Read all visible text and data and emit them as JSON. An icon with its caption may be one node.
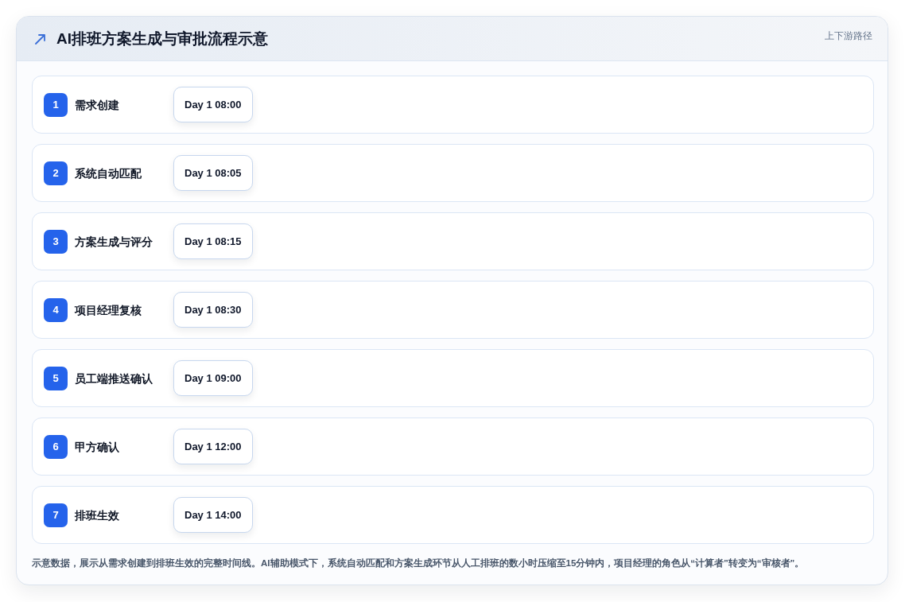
{
  "diagram": {
    "title": "AI排班方案生成与审批流程示意",
    "caption": "示意数据，展示从需求创建到排班生效的完整时间线。AI辅助模式下，系统自动匹配和方案生成环节从人工排班的数小时压缩至15分钟内，项目经理的角色从“计算者”转变为“审核者”。",
    "nodes": [
      {
        "text": [
          "需求创建"
        ]
      },
      {
        "text": [
          "1"
        ],
        "in": 0
      },
      {
        "text": [
          "Day 1 08:00"
        ],
        "in": 0
      },
      {
        "text": [
          "系统自动匹配"
        ]
      },
      {
        "text": [
          "2"
        ],
        "in": 3
      },
      {
        "text": [
          "Day 1 08:05"
        ],
        "in": 3
      },
      {
        "text": [
          "方案生成与评分"
        ]
      },
      {
        "text": [
          "3"
        ],
        "in": 6
      },
      {
        "text": [
          "Day 1 08:15"
        ],
        "in": 6
      },
      {
        "text": [
          "项目经理复核"
        ]
      },
      {
        "text": [
          "4"
        ],
        "in": 9
      },
      {
        "text": [
          "Day 1 08:30"
        ],
        "in": 9
      },
      {
        "text": [
          "员工端推送确认"
        ]
      },
      {
        "text": [
          "5"
        ],
        "in": 12
      },
      {
        "text": [
          "Day 1 09:00"
        ],
        "in": 12
      },
      {
        "text": [
          "甲方确认"
        ]
      },
      {
        "text": [
          "6"
        ],
        "in": 15
      },
      {
        "text": [
          "Day 1 12:00"
        ],
        "in": 15
      },
      {
        "text": [
          "排班生效"
        ]
      },
      {
        "text": [
          "7"
        ],
        "in": 18
      },
      {
        "text": [
          "Day 1 14:00"
        ],
        "in": 18
      }
    ],
    "labels": [
      "上下游路径"
    ]
  }
}
